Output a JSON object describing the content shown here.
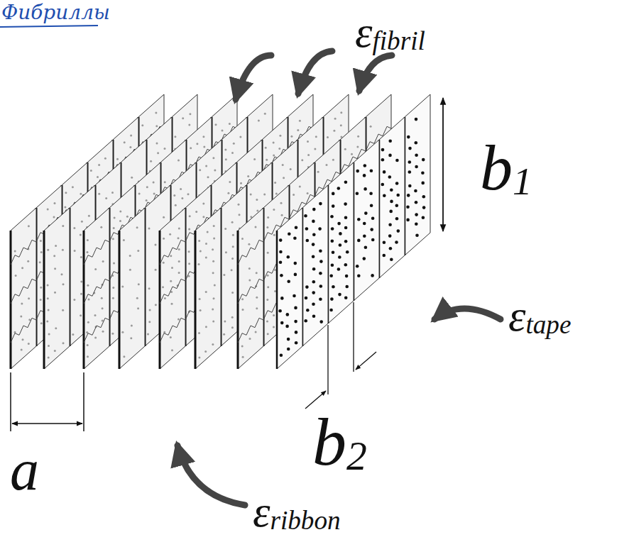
{
  "diagram": {
    "title": "Фибриллы",
    "labels": [
      "εfibril",
      "b1",
      "εtape",
      "b2",
      "a",
      "εribbon"
    ]
  }
}
